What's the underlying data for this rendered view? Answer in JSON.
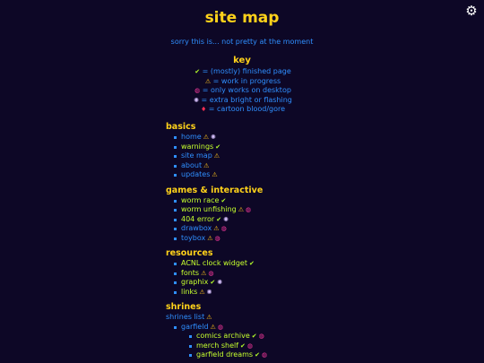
{
  "header": {
    "title": "site map",
    "subtitle": "sorry this is... not pretty at the moment"
  },
  "key": {
    "heading": "key",
    "rows": [
      {
        "icon": "✔",
        "icon_name": "check-icon",
        "text": " = (mostly) finished page"
      },
      {
        "icon": "⚠",
        "icon_name": "warning-icon",
        "text": " = work in progress"
      },
      {
        "icon": "◍",
        "icon_name": "desktop-only-icon",
        "text": " = only works on desktop"
      },
      {
        "icon": "✺",
        "icon_name": "flashing-icon",
        "text": " = extra bright or flashing"
      },
      {
        "icon": "♦",
        "icon_name": "blood-drop-icon",
        "text": " = cartoon blood/gore"
      }
    ]
  },
  "sections": [
    {
      "heading": "basics",
      "items": [
        {
          "label": "home",
          "icons": [
            "warn",
            "flash"
          ]
        },
        {
          "label": "warnings",
          "icons": [
            "check"
          ]
        },
        {
          "label": "site map",
          "icons": [
            "warn"
          ]
        },
        {
          "label": "about",
          "icons": [
            "warn"
          ]
        },
        {
          "label": "updates",
          "icons": [
            "warn"
          ]
        }
      ]
    },
    {
      "heading": "games & interactive",
      "items": [
        {
          "label": "worm race",
          "icons": [
            "check"
          ]
        },
        {
          "label": "worm unfishing",
          "icons": [
            "warn",
            "desk"
          ]
        },
        {
          "label": "404 error",
          "icons": [
            "check",
            "flash"
          ]
        },
        {
          "label": "drawbox",
          "icons": [
            "warn",
            "desk"
          ]
        },
        {
          "label": "toybox",
          "icons": [
            "warn",
            "desk"
          ]
        }
      ]
    },
    {
      "heading": "resources",
      "items": [
        {
          "label": "ACNL clock widget",
          "icons": [
            "check"
          ]
        },
        {
          "label": "fonts",
          "icons": [
            "warn",
            "desk"
          ]
        },
        {
          "label": "graphix",
          "icons": [
            "check",
            "flash"
          ]
        },
        {
          "label": "links",
          "icons": [
            "warn",
            "flash"
          ]
        }
      ]
    },
    {
      "heading": "shrines",
      "items": [
        {
          "label": "shrines list",
          "icons": [
            "warn"
          ],
          "level": 0
        },
        {
          "label": "garfield",
          "icons": [
            "warn",
            "desk"
          ],
          "level": 1
        },
        {
          "label": "comics archive",
          "icons": [
            "check",
            "desk"
          ],
          "level": 2
        },
        {
          "label": "merch shelf",
          "icons": [
            "check",
            "desk"
          ],
          "level": 2
        },
        {
          "label": "garfield dreams",
          "icons": [
            "check",
            "desk"
          ],
          "level": 2
        }
      ]
    }
  ],
  "colors": {
    "background": "#0d0726",
    "heading": "#ffd21a",
    "link": "#2f8fff"
  }
}
